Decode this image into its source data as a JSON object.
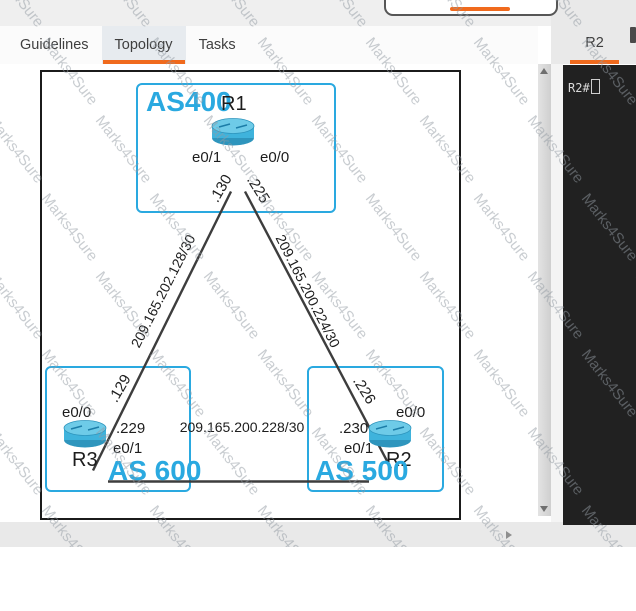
{
  "header": {
    "tabs": [
      {
        "label": "Guidelines",
        "active": false
      },
      {
        "label": "Topology",
        "active": true
      },
      {
        "label": "Tasks",
        "active": false
      }
    ]
  },
  "console": {
    "tab_label": "R2",
    "prompt": "R2#"
  },
  "watermark": {
    "text": "Marks4Sure"
  },
  "diagram": {
    "as400": {
      "label": "AS400",
      "router": "R1",
      "if_left": "e0/1",
      "if_right": "e0/0",
      "ip_left": ".130",
      "ip_right": ".225"
    },
    "as600": {
      "label": "AS 600",
      "router": "R3",
      "if_top": "e0/0",
      "if_bottom": "e0/1",
      "ip_top": ".129",
      "ip_bottom": ".229"
    },
    "as500": {
      "label": "AS 500",
      "router": "R2",
      "if_top": "e0/0",
      "if_bottom": "e0/1",
      "ip_top": ".226",
      "ip_bottom": ".230"
    },
    "links": {
      "r1_r3": "209.165.202.128/30",
      "r1_r2": "209.165.200.224/30",
      "r3_r2": "209.165.200.228/30"
    }
  },
  "colors": {
    "accent_orange": "#f06a1d",
    "cisco_cyan": "#2aa9e0",
    "terminal_bg": "#212121",
    "outer_box_border": "#1b1b1b"
  }
}
